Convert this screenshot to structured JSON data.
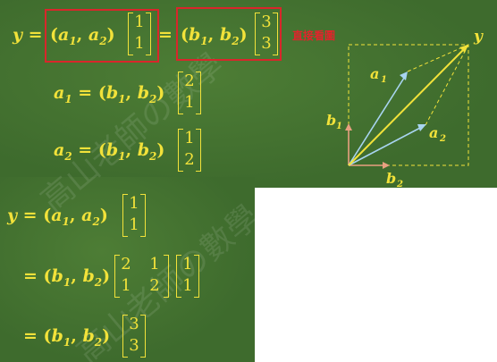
{
  "colors": {
    "chalk": "#f2e23a",
    "board": "#3e6b2d",
    "red": "#d9262b",
    "axis": "#e8a080",
    "vec": "#a8d4f0"
  },
  "watermark": "高山老師の數學",
  "top": {
    "line1": {
      "lhs": "y",
      "eq": "=",
      "open": "(",
      "a1": "a",
      "s1": "1",
      "comma": ",",
      "a2": "a",
      "s2": "2",
      "close": ")",
      "m1": [
        "1",
        "1"
      ],
      "eq2": "=",
      "b1": "b",
      "bs1": "1",
      "b2": "b",
      "bs2": "2",
      "m2": [
        "3",
        "3"
      ]
    },
    "red_label": "直接看圖",
    "line2": {
      "lhs": "a",
      "lsub": "1",
      "eq": "=",
      "b1": "b",
      "bs1": "1",
      "b2": "b",
      "bs2": "2",
      "m": [
        "2",
        "1"
      ]
    },
    "line3": {
      "lhs": "a",
      "lsub": "2",
      "eq": "=",
      "b1": "b",
      "bs1": "1",
      "b2": "b",
      "bs2": "2",
      "m": [
        "1",
        "2"
      ]
    }
  },
  "diagram": {
    "labels": {
      "y": "y",
      "a1": "a",
      "a1s": "1",
      "a2": "a",
      "a2s": "2",
      "b1": "b",
      "b1s": "1",
      "b2": "b",
      "b2s": "2"
    }
  },
  "bottom": {
    "line1": {
      "lhs": "y",
      "eq": "=",
      "a1": "a",
      "s1": "1",
      "a2": "a",
      "s2": "2",
      "m": [
        "1",
        "1"
      ]
    },
    "line2": {
      "eq": "=",
      "b1": "b",
      "bs1": "1",
      "b2": "b",
      "bs2": "2",
      "M": [
        [
          "2",
          "1"
        ],
        [
          "1",
          "2"
        ]
      ],
      "m": [
        "1",
        "1"
      ]
    },
    "line3": {
      "eq": "=",
      "b1": "b",
      "bs1": "1",
      "b2": "b",
      "bs2": "2",
      "m": [
        "3",
        "3"
      ]
    }
  }
}
